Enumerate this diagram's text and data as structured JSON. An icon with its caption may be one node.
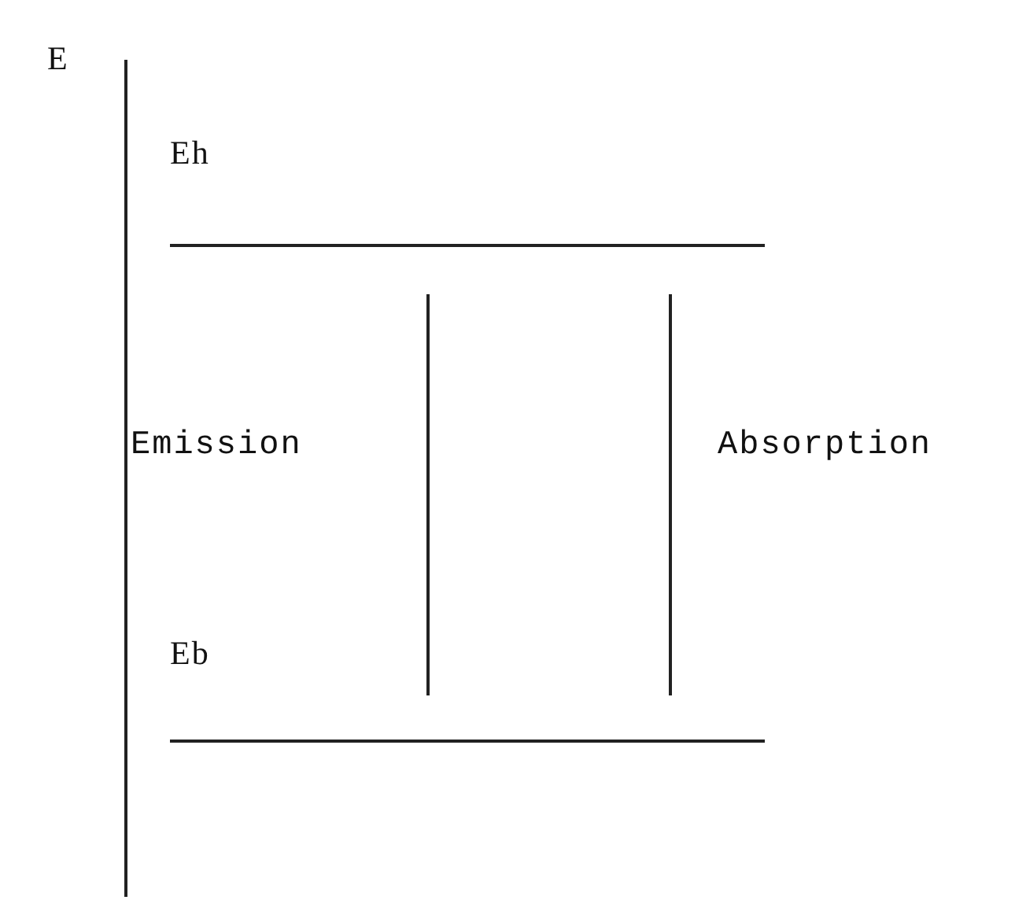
{
  "diagram": {
    "labels": [
      "E",
      "Eh",
      "Emission",
      "Absorption",
      "Eb"
    ]
  }
}
